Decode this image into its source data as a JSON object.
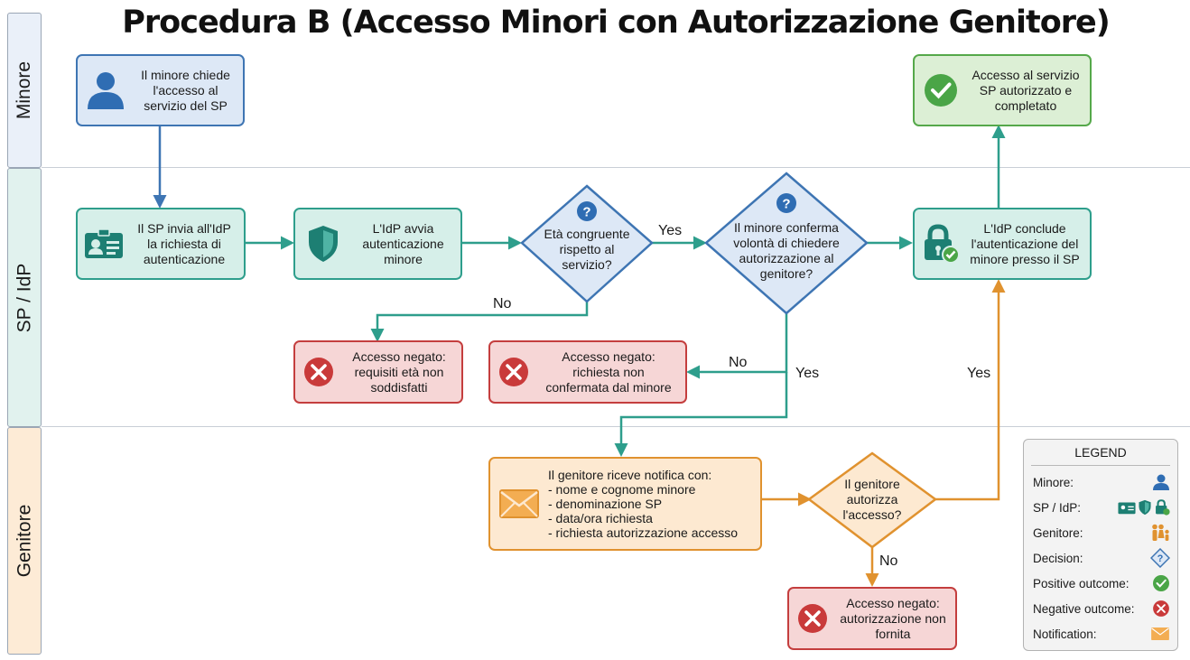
{
  "title": "Procedura B (Accesso Minori con Autorizzazione Genitore)",
  "lanes": {
    "minore": "Minore",
    "sp_idp": "SP / IdP",
    "genitore": "Genitore"
  },
  "nodes": {
    "minor_request": "Il minore chiede\nl'accesso al\nservizio del SP",
    "sp_sends": "Il SP invia all'IdP\nla richiesta di\nautenticazione",
    "idp_starts": "L'IdP avvia\nautenticazione\nminore",
    "age_check": "Età congruente\nrispetto al\nservizio?",
    "minor_confirms": "Il minore conferma\nvolontà di chiedere\nautorizzazione al\ngenitore?",
    "idp_concludes": "L'IdP conclude\nl'autenticazione del\nminore presso il SP",
    "access_granted": "Accesso al servizio\nSP autorizzato e\ncompletato",
    "denied_age": "Accesso negato:\nrequisiti età non\nsoddisfatti",
    "denied_not_confirmed": "Accesso negato:\nrichiesta non\nconfermata dal minore",
    "parent_notified": "Il genitore riceve notifica con:\n- nome e cognome minore\n- denominazione SP\n- data/ora richiesta\n- richiesta autorizzazione accesso",
    "parent_authorizes": "Il genitore\nautorizza\nl'accesso?",
    "denied_parent": "Accesso negato:\nautorizzazione non\nfornita"
  },
  "edge_labels": {
    "age_yes": "Yes",
    "age_no": "No",
    "confirm_no": "No",
    "confirm_yes": "Yes",
    "parent_yes": "Yes",
    "parent_no": "No"
  },
  "legend": {
    "title": "LEGEND",
    "items": [
      {
        "label": "Minore:",
        "icon": "person-icon"
      },
      {
        "label": "SP / IdP:",
        "icon": "id-card-shield-lock-icons"
      },
      {
        "label": "Genitore:",
        "icon": "family-icon"
      },
      {
        "label": "Decision:",
        "icon": "diamond-question-icon"
      },
      {
        "label": "Positive outcome:",
        "icon": "check-circle-icon"
      },
      {
        "label": "Negative outcome:",
        "icon": "x-circle-icon"
      },
      {
        "label": "Notification:",
        "icon": "envelope-icon"
      }
    ]
  },
  "colors": {
    "minore_lane": "#3e75b3",
    "sp_idp_lane": "#2e9e8c",
    "genitore_lane": "#e0922f",
    "positive": "#55a84a",
    "negative": "#c43e3e",
    "decision": "#3e75b3"
  }
}
